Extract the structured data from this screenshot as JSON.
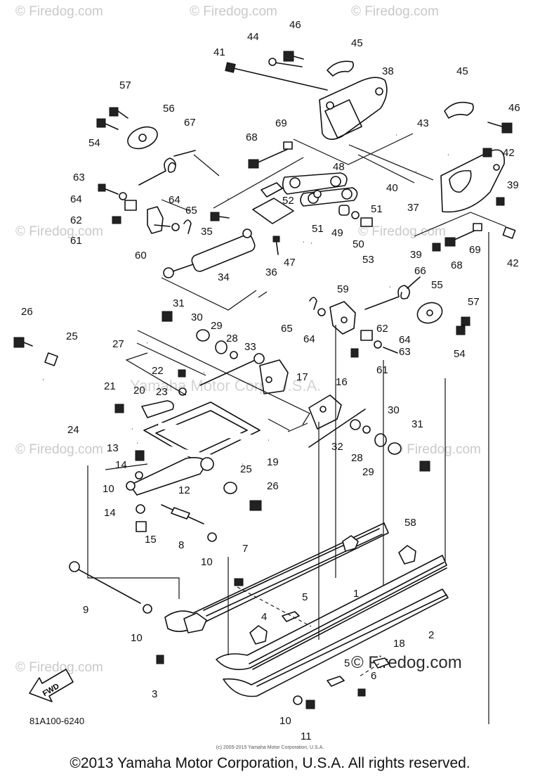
{
  "watermarks": {
    "firedog": "© Firedog.com",
    "yamaha": "Yamaha Motor Corp. U.S.A."
  },
  "callouts": {
    "c1": "1",
    "c2": "2",
    "c3": "3",
    "c4": "4",
    "c5": "5",
    "c6": "6",
    "c7": "7",
    "c8": "8",
    "c9": "9",
    "c10": "10",
    "c11": "11",
    "c12": "12",
    "c13": "13",
    "c14": "14",
    "c15": "15",
    "c16": "16",
    "c17": "17",
    "c18": "18",
    "c19": "19",
    "c20": "20",
    "c21": "21",
    "c22": "22",
    "c23": "23",
    "c24": "24",
    "c25": "25",
    "c26": "26",
    "c27": "27",
    "c28": "28",
    "c29": "29",
    "c30": "30",
    "c31": "31",
    "c32": "32",
    "c33": "33",
    "c34": "34",
    "c35": "35",
    "c36": "36",
    "c37": "37",
    "c38": "38",
    "c39": "39",
    "c40": "40",
    "c41": "41",
    "c42": "42",
    "c43": "43",
    "c44": "44",
    "c45": "45",
    "c46": "46",
    "c47": "47",
    "c48": "48",
    "c49": "49",
    "c50": "50",
    "c51": "51",
    "c52": "52",
    "c53": "53",
    "c54": "54",
    "c55": "55",
    "c56": "56",
    "c57": "57",
    "c58": "58",
    "c59": "59",
    "c60": "60",
    "c61": "61",
    "c62": "62",
    "c63": "63",
    "c64": "64",
    "c65": "65",
    "c66": "66",
    "c67": "67",
    "c68": "68",
    "c69": "69"
  },
  "fwd_label": "FWD",
  "diagram_code": "81A100-6240",
  "small_copyright": "(c) 2005-2015 Yamaha Motor Corporation, U.S.A.",
  "copyright": "©2013 Yamaha Motor Corporation, U.S.A. All rights reserved."
}
